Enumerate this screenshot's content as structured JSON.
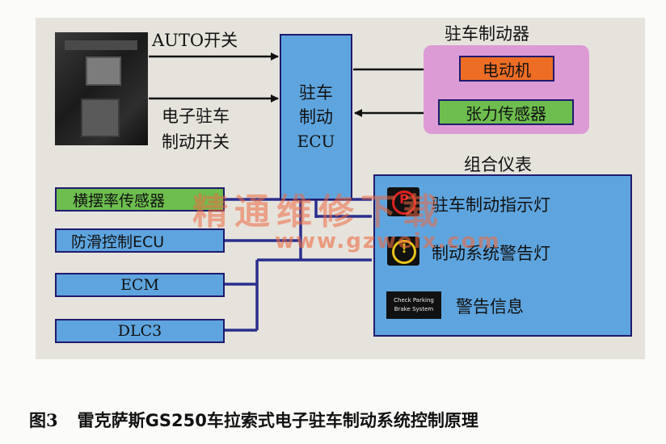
{
  "diagram": {
    "inputs": {
      "auto_switch": "AUTO开关",
      "epb_switch_line1": "电子驻车",
      "epb_switch_line2": "制动开关"
    },
    "ecu": {
      "line1": "驻车",
      "line2": "制动",
      "line3": "ECU"
    },
    "brake_group": {
      "title": "驻车制动器",
      "motor": "电动机",
      "tension_sensor": "张力传感器"
    },
    "modules": {
      "yaw_sensor": "横摆率传感器",
      "abs_ecu": "防滑控制ECU",
      "ecm": "ECM",
      "dlc3": "DLC3"
    },
    "cluster": {
      "title": "组合仪表",
      "park_light": "驻车制动指示灯",
      "brake_warning": "制动系统警告灯",
      "warning_message": "警告信息",
      "park_icon_text": "P",
      "warn_icon_text": "!",
      "message_icon_line1": "Check Parking",
      "message_icon_line2": "Brake System"
    },
    "watermark": {
      "main": "精通维修下载",
      "url": "www.gzweix.com"
    },
    "colors": {
      "blue": "#5ea5df",
      "green": "#6dbe4e",
      "orange": "#ee6d25",
      "pink": "#dd9bd6",
      "line": "#1f1a6e"
    }
  },
  "caption": {
    "number": "图3",
    "text": "雷克萨斯GS250车拉索式电子驻车制动系统控制原理"
  }
}
